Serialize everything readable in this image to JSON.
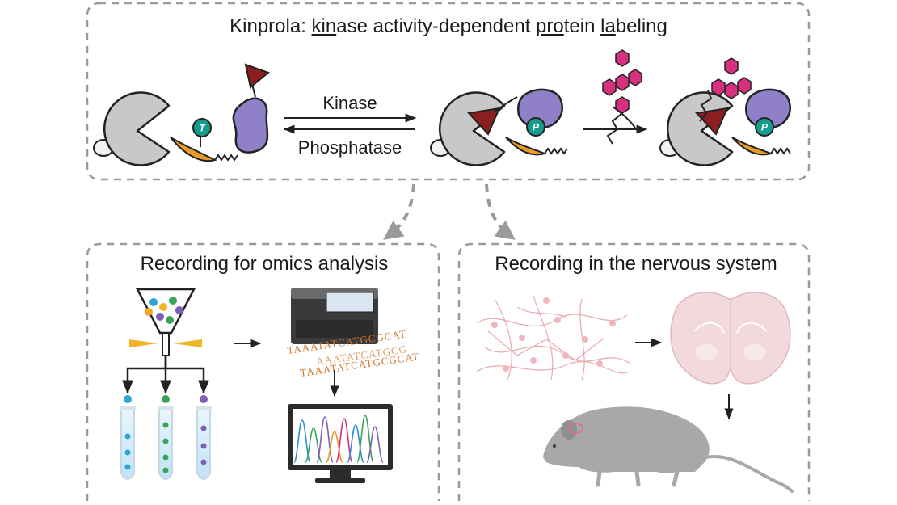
{
  "top_panel": {
    "title_parts": [
      {
        "text": "Kinprola: ",
        "underline": false
      },
      {
        "text": "kin",
        "underline": true
      },
      {
        "text": "ase activity-dependent ",
        "underline": false
      },
      {
        "text": "pro",
        "underline": true
      },
      {
        "text": "tein ",
        "underline": false
      },
      {
        "text": "la",
        "underline": true
      },
      {
        "text": "beling",
        "underline": false
      }
    ],
    "forward_label": "Kinase",
    "reverse_label": "Phosphatase",
    "badge_unphosphorylated": "T",
    "badge_phosphorylated": "P"
  },
  "omics_panel": {
    "title": "Recording for omics analysis",
    "sequence_lines": [
      "TAAATATCATGCGCAT",
      "AAATATCATGCG",
      "TAAATATCATGCGCAT"
    ]
  },
  "nervous_panel": {
    "title": "Recording in the nervous system"
  },
  "colors": {
    "halotag": "#c8c8c8",
    "sensor": "#8f80c8",
    "ligand": "#8b1e1e",
    "substrate_badge": "#169c8c",
    "linker_orange": "#e89a2a",
    "fluorophore": "#d6307e",
    "dash": "#9a9a9a",
    "cell_blue": "#2ea3d6",
    "cell_green": "#3aa35a",
    "cell_purple": "#7d5fb8"
  }
}
